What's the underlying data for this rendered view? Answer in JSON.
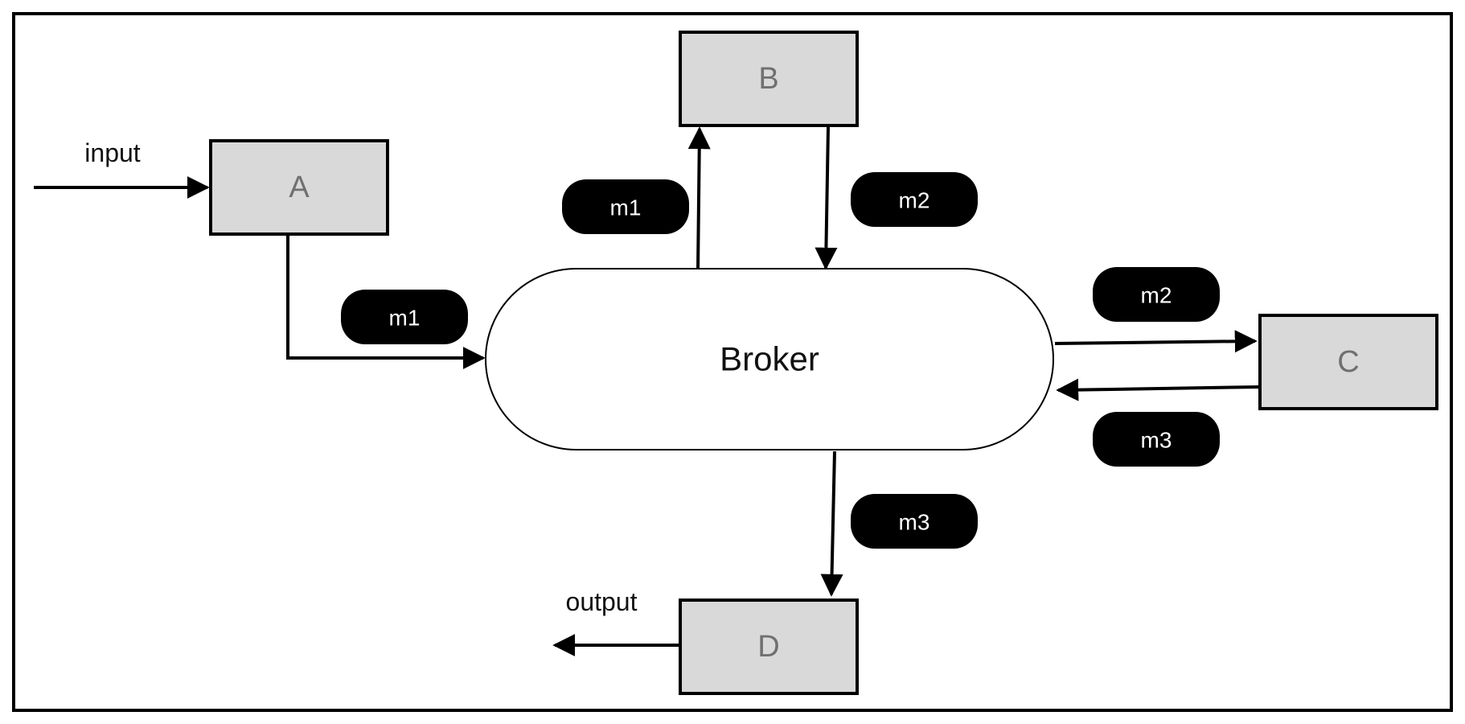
{
  "diagram": {
    "nodes": {
      "a": "A",
      "b": "B",
      "c": "C",
      "d": "D",
      "broker": "Broker"
    },
    "flows": {
      "input": "input",
      "output": "output"
    },
    "messages": {
      "a_to_broker": "m1",
      "broker_to_b": "m1",
      "b_to_broker": "m2",
      "broker_to_c": "m2",
      "c_to_broker": "m3",
      "broker_to_d": "m3"
    },
    "colors": {
      "box_fill": "#d9d9d9",
      "pill_fill": "#000000",
      "broker_fill": "#ffffff",
      "stroke": "#000000"
    }
  }
}
